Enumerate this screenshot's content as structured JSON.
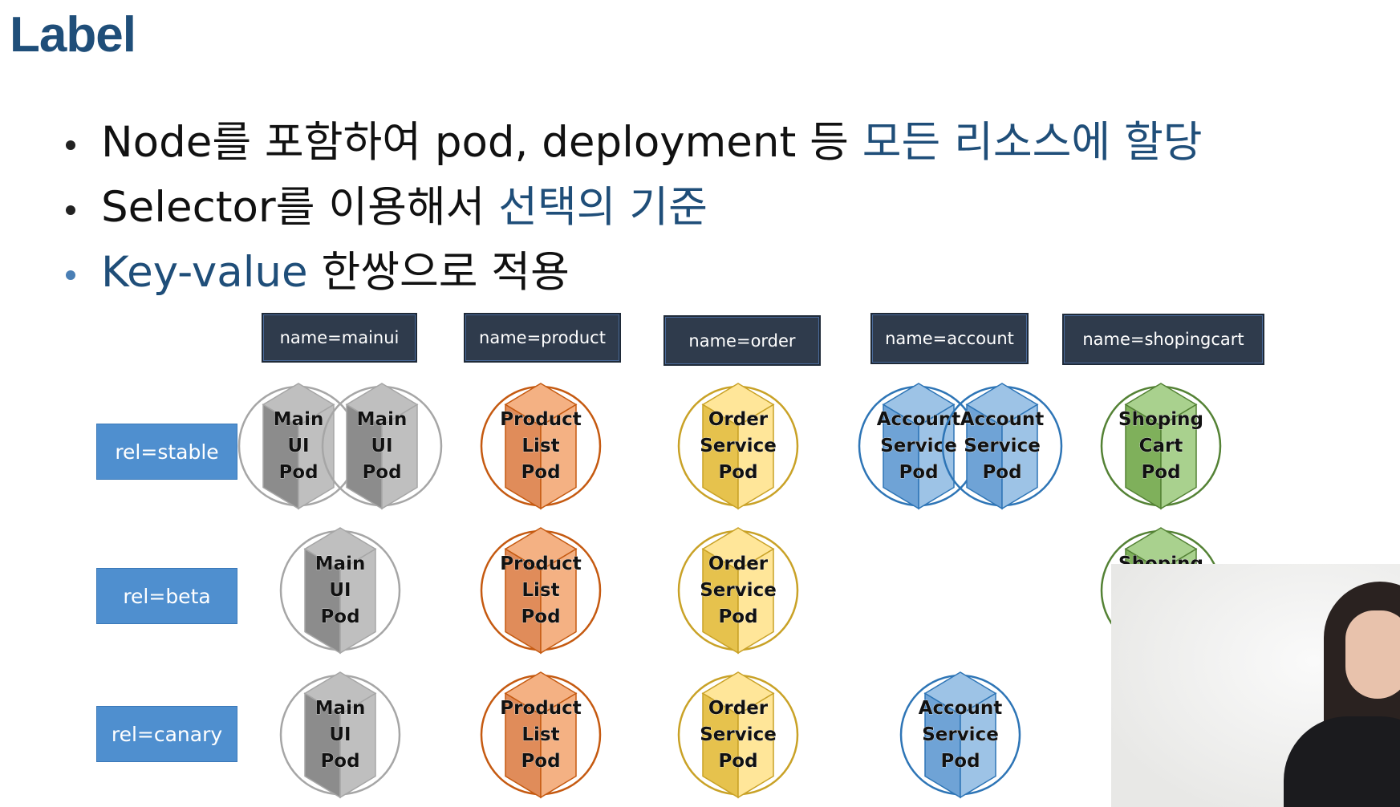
{
  "title": "Label",
  "bullets": [
    {
      "pre": "Node를 포함하여 pod, deployment 등 ",
      "highlight": "모든 리소스에 할당",
      "post": ""
    },
    {
      "pre": "Selector를 이용해서 ",
      "highlight": "선택의 기준",
      "post": ""
    },
    {
      "pre": "",
      "highlight": "Key-value",
      "post": " 한쌍으로 적용"
    }
  ],
  "name_labels": [
    "name=mainui",
    "name=product",
    "name=order",
    "name=account",
    "name=shopingcart"
  ],
  "rel_labels": [
    "rel=stable",
    "rel=beta",
    "rel=canary"
  ],
  "pod_types": {
    "mainui": {
      "lines": [
        "Main",
        "UI",
        "Pod"
      ],
      "ring": "#a6a6a6",
      "cube": "#bfbfbf",
      "cube_dark": "#8c8c8c"
    },
    "product": {
      "lines": [
        "Product",
        "List",
        "Pod"
      ],
      "ring": "#c55a11",
      "cube": "#f4b183",
      "cube_dark": "#e08c5a"
    },
    "order": {
      "lines": [
        "Order",
        "Service",
        "Pod"
      ],
      "ring": "#c9a227",
      "cube": "#ffe699",
      "cube_dark": "#e6c24d"
    },
    "account": {
      "lines": [
        "Account",
        "Service",
        "Pod"
      ],
      "ring": "#2e75b6",
      "cube": "#9dc3e6",
      "cube_dark": "#6fa3d6"
    },
    "shoping": {
      "lines": [
        "Shoping",
        "Cart",
        "Pod"
      ],
      "ring": "#548235",
      "cube": "#a9d18e",
      "cube_dark": "#7fb05b"
    }
  },
  "pods": [
    {
      "type": "mainui",
      "row": "rel=stable",
      "count": 2
    },
    {
      "type": "product",
      "row": "rel=stable",
      "count": 1
    },
    {
      "type": "order",
      "row": "rel=stable",
      "count": 1
    },
    {
      "type": "account",
      "row": "rel=stable",
      "count": 2
    },
    {
      "type": "shoping",
      "row": "rel=stable",
      "count": 1
    },
    {
      "type": "mainui",
      "row": "rel=beta",
      "count": 1
    },
    {
      "type": "product",
      "row": "rel=beta",
      "count": 1
    },
    {
      "type": "order",
      "row": "rel=beta",
      "count": 1
    },
    {
      "type": "shoping",
      "row": "rel=beta",
      "count": 1
    },
    {
      "type": "mainui",
      "row": "rel=canary",
      "count": 1
    },
    {
      "type": "product",
      "row": "rel=canary",
      "count": 1
    },
    {
      "type": "order",
      "row": "rel=canary",
      "count": 1
    },
    {
      "type": "account",
      "row": "rel=canary",
      "count": 1
    }
  ]
}
